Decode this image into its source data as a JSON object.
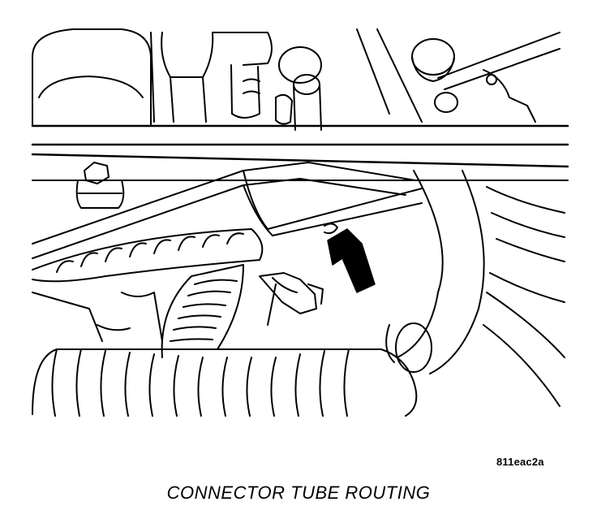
{
  "figure": {
    "code": "811eac2a",
    "caption": "CONNECTOR TUBE ROUTING"
  },
  "drawing": {
    "style": "black line art on white",
    "stroke_color": "#000000",
    "fill_color": "#ffffff",
    "callout": "arrow"
  }
}
